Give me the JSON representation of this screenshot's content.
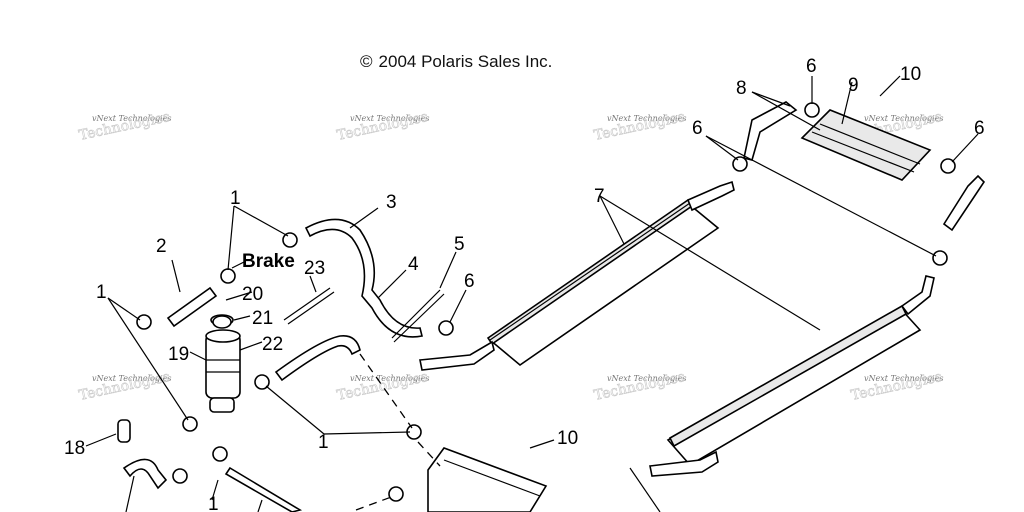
{
  "copyright": {
    "symbol": "©",
    "text": "2004 Polaris Sales Inc."
  },
  "brake_label": "Brake",
  "watermark": {
    "line1": "vNext Technologies",
    "line2": "Technologies"
  },
  "callouts": {
    "c1a": "1",
    "c1b": "1",
    "c1c": "1",
    "c1d": "1",
    "c2": "2",
    "c3": "3",
    "c4": "4",
    "c5": "5",
    "c6a": "6",
    "c6b": "6",
    "c6c": "6",
    "c6d": "6",
    "c7": "7",
    "c8": "8",
    "c9": "9",
    "c10a": "10",
    "c10b": "10",
    "c18": "18",
    "c19": "19",
    "c20": "20",
    "c21": "21",
    "c22": "22",
    "c23": "23"
  }
}
